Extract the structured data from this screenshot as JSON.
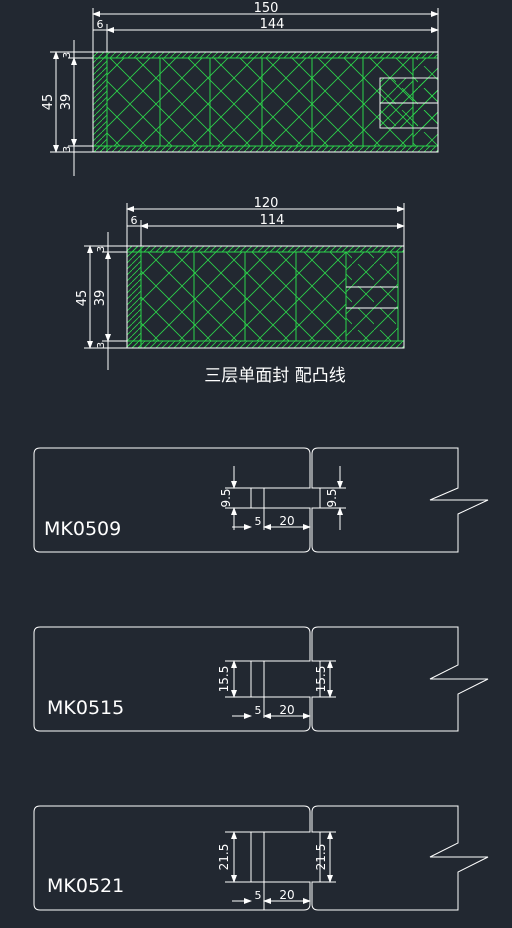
{
  "colors": {
    "background": "#222831",
    "line": "#ffffff",
    "hatch": "#2bd44a"
  },
  "section1": {
    "dim_total": "150",
    "dim_inner": "144",
    "dim_edge": "6",
    "dim_height": "45",
    "dim_core": "39",
    "dim_top": "3",
    "dim_bottom": "3"
  },
  "section2": {
    "dim_total": "120",
    "dim_inner": "114",
    "dim_edge": "6",
    "dim_height": "45",
    "dim_core": "39",
    "dim_top": "3",
    "dim_bottom": "3",
    "caption": "三层单面封 配凸线"
  },
  "profiles": [
    {
      "code": "MK0509",
      "dim_left": "9.5",
      "dim_right": "9.5",
      "dim_gap": "5",
      "dim_tongue": "20"
    },
    {
      "code": "MK0515",
      "dim_left": "15.5",
      "dim_right": "15.5",
      "dim_gap": "5",
      "dim_tongue": "20"
    },
    {
      "code": "MK0521",
      "dim_left": "21.5",
      "dim_right": "21.5",
      "dim_gap": "5",
      "dim_tongue": "20"
    }
  ]
}
